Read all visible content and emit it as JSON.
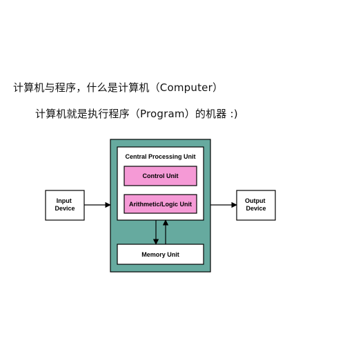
{
  "intro": {
    "heading": "计算机与程序，什么是计算机（Computer）",
    "subheading": "计算机就是执行程序（Program）的机器 :)"
  },
  "diagram": {
    "input_device": [
      "Input",
      "Device"
    ],
    "output_device": [
      "Output",
      "Device"
    ],
    "cpu_title": "Central Processing Unit",
    "control_unit": "Control Unit",
    "alu": "Arithmetic/Logic Unit",
    "memory_unit": "Memory Unit",
    "colors": {
      "housing": "#66aa9f",
      "unit_fill": "#f59ad6",
      "box_fill": "#ffffff",
      "stroke": "#000000"
    }
  }
}
